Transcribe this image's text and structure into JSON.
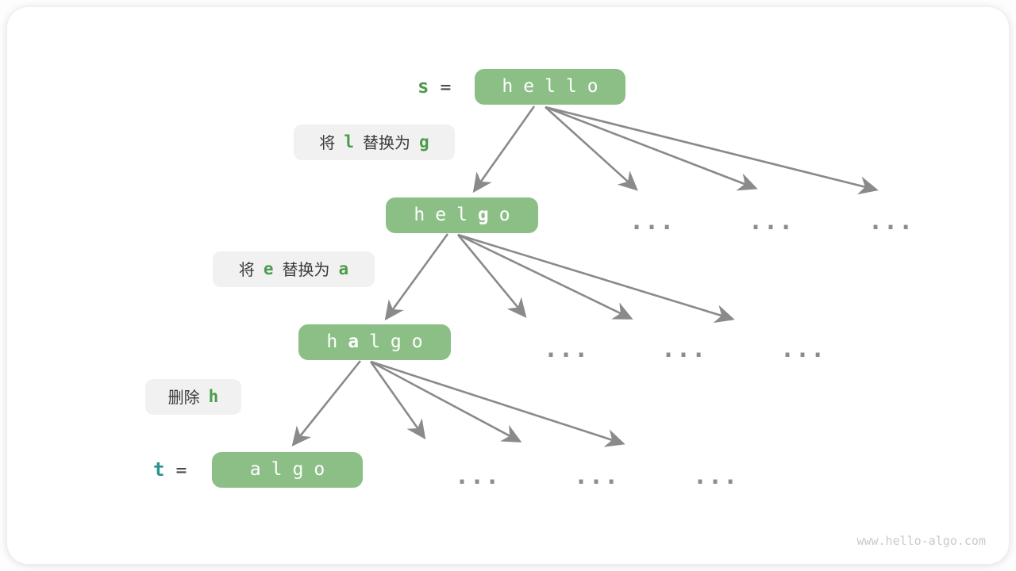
{
  "watermark": "www.hello-algo.com",
  "colors": {
    "node_green": "#8bbf86",
    "accent_green": "#4c9d4a",
    "accent_teal": "#2e9394",
    "label_bg": "#f1f1f1",
    "arrow_gray": "#8a8a8a",
    "text_dark": "#3a3a3a",
    "watermark_gray": "#c9c9c9"
  },
  "diagram": {
    "ellipsis": "...",
    "source": {
      "var": "s",
      "eq": "="
    },
    "target": {
      "var": "t",
      "eq": "="
    },
    "nodes": [
      {
        "id": "hello",
        "chars": [
          "h",
          "e",
          "l",
          "l",
          "o"
        ],
        "bold_index": -1
      },
      {
        "id": "helgo",
        "chars": [
          "h",
          "e",
          "l",
          "g",
          "o"
        ],
        "bold_index": 3
      },
      {
        "id": "halgo",
        "chars": [
          "h",
          "a",
          "l",
          "g",
          "o"
        ],
        "bold_index": 1
      },
      {
        "id": "algo",
        "chars": [
          "a",
          "l",
          "g",
          "o"
        ],
        "bold_index": -1
      }
    ],
    "steps": [
      {
        "id": "replace-l-with-g",
        "tokens": [
          "将",
          "l",
          "替换为",
          "g"
        ],
        "green_tokens": [
          1,
          3
        ]
      },
      {
        "id": "replace-e-with-a",
        "tokens": [
          "将",
          "e",
          "替换为",
          "a"
        ],
        "green_tokens": [
          1,
          3
        ]
      },
      {
        "id": "delete-h",
        "tokens": [
          "删除",
          "h"
        ],
        "green_tokens": [
          1
        ]
      }
    ]
  }
}
